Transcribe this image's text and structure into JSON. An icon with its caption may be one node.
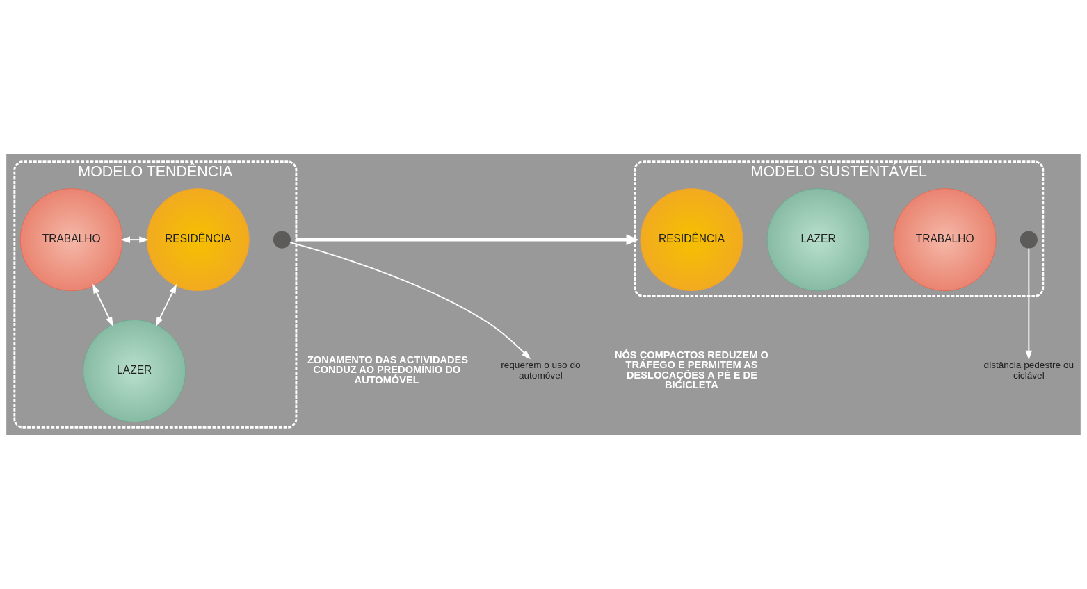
{
  "diagram": {
    "nodes": [
      {
        "text": [
          "MODELO TENDÊNCIA"
        ]
      },
      {
        "text": [
          "RESIDÊNCIA"
        ],
        "in": 0
      },
      {
        "text": [
          "TRABALHO"
        ],
        "in": 0
      },
      {
        "text": [
          "LAZER"
        ],
        "in": 0
      },
      {
        "text": [],
        "shape": "circle",
        "in": 0
      },
      {
        "text": [
          "MODELO SUSTENTÁVEL"
        ]
      },
      {
        "text": [
          "RESIDÊNCIA"
        ],
        "in": 5
      },
      {
        "text": [
          "TRABALHO"
        ],
        "in": 5
      },
      {
        "text": [
          "LAZER"
        ],
        "in": 5
      },
      {
        "text": [],
        "shape": "circle",
        "in": 5
      },
      {
        "text": [
          "requerem o uso do automóvel"
        ]
      },
      {
        "text": [
          "distância pedestre ou ciclável"
        ]
      }
    ],
    "edges": [
      {
        "from": 1,
        "to": 2,
        "arrow": "both"
      },
      {
        "from": 1,
        "to": 3,
        "arrow": "both"
      },
      {
        "from": 2,
        "to": 3,
        "arrow": "both"
      },
      {
        "from": 4,
        "to": 10,
        "arrow": "to"
      },
      {
        "from": 0,
        "to": 5,
        "arrow": "to",
        "style": "thick"
      },
      {
        "from": 9,
        "to": 11,
        "arrow": "to"
      }
    ],
    "labels": [
      "ZONAMENTO DAS ACTIVIDADES CONDUZ AO PREDOMÍNIO DO AUTOMÓVEL",
      "NÓS COMPACTOS REDUZEM O TRÁFEGO E PERMITEM AS DESLOCAÇÕES A PÉ E DE BICICLETA"
    ]
  }
}
